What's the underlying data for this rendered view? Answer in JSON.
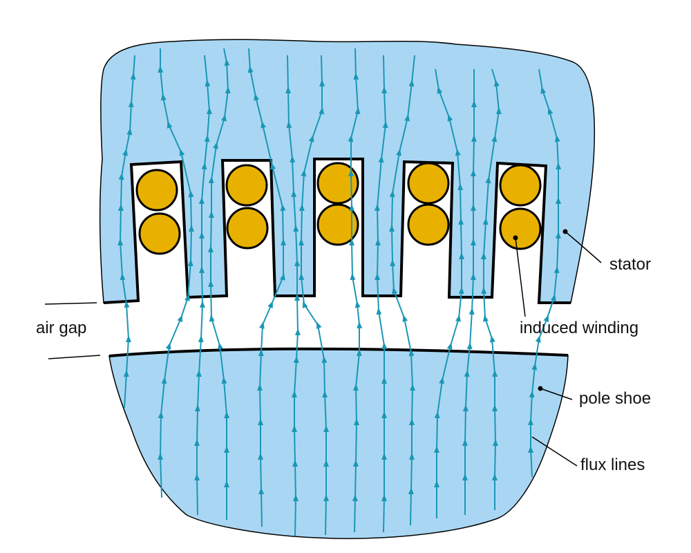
{
  "labels": {
    "stator": "stator",
    "air_gap": "air gap",
    "induced_winding": "induced winding",
    "pole_shoe": "pole shoe",
    "flux_lines": "flux lines"
  },
  "colors": {
    "iron_fill": "#a9d7f3",
    "flux_line": "#1a97b5",
    "winding_fill": "#e8b100",
    "outline": "#000000",
    "text": "#111111"
  },
  "components": {
    "stator_slots": 5,
    "conductors_per_slot": 2,
    "flux_line_count": 14
  }
}
